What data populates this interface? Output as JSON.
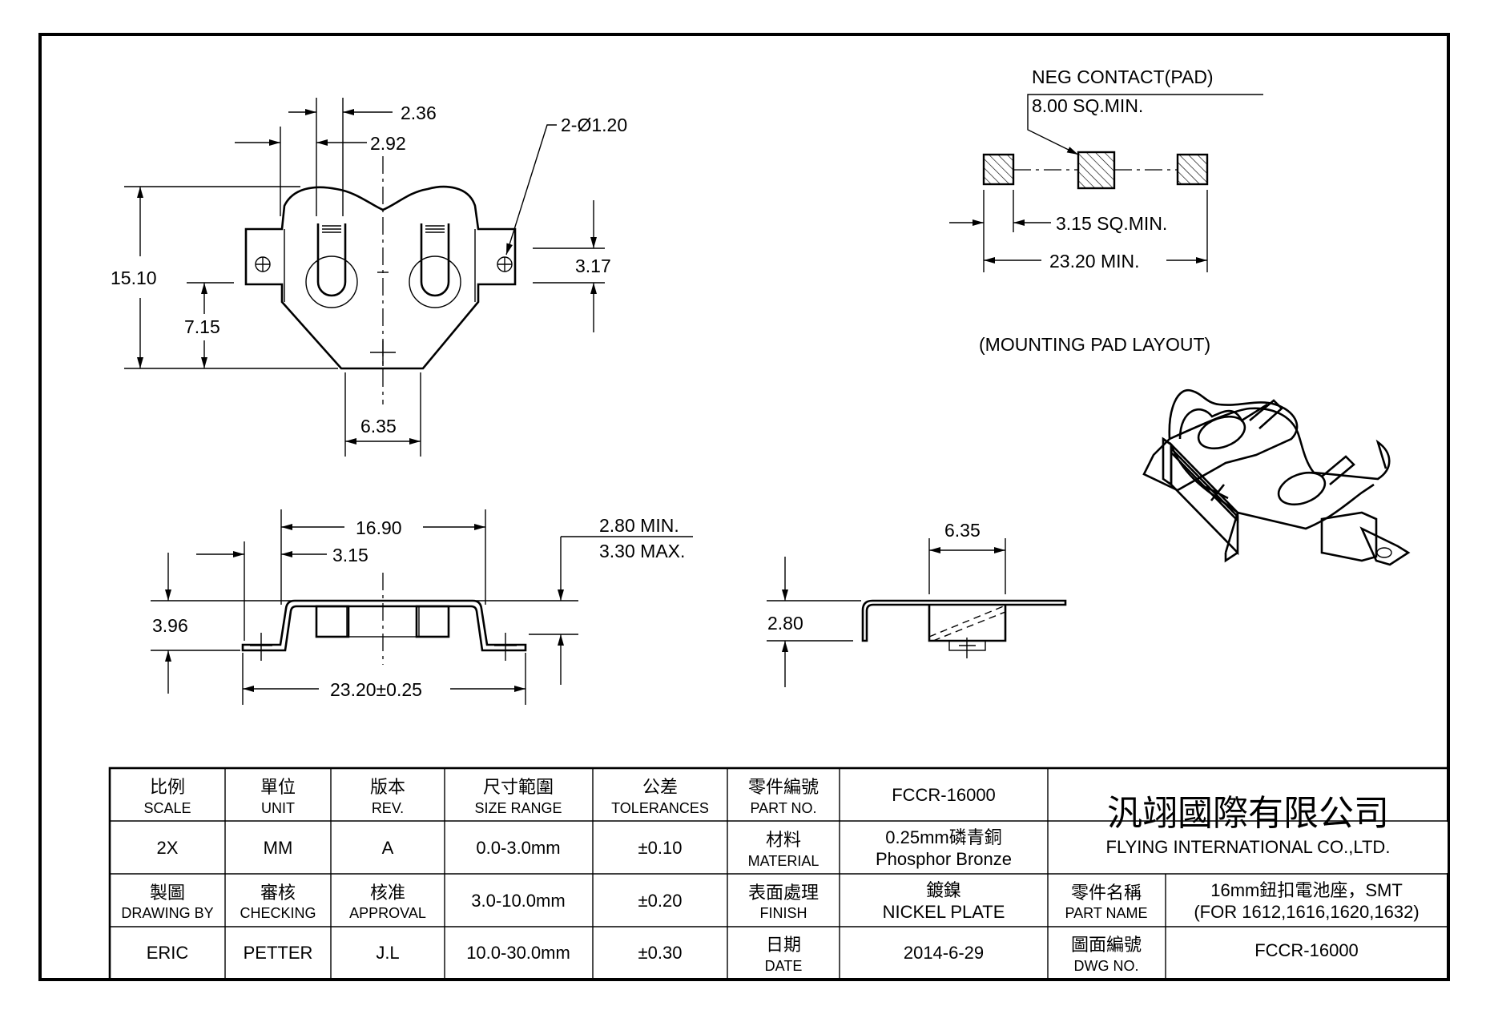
{
  "views": {
    "top": {
      "dim_2_36": "2.36",
      "dim_2_92": "2.92",
      "hole_callout": "2-Ø1.20",
      "dim_15_10": "15.10",
      "dim_7_15": "7.15",
      "dim_3_17": "3.17",
      "dim_6_35": "6.35"
    },
    "front": {
      "dim_16_90": "16.90",
      "dim_3_15": "3.15",
      "dim_3_96": "3.96",
      "dim_min": "2.80 MIN.",
      "dim_max": "3.30 MAX.",
      "dim_23_20": "23.20±0.25"
    },
    "side": {
      "dim_6_35": "6.35",
      "dim_2_80": "2.80"
    },
    "pad_layout": {
      "neg_contact": "NEG CONTACT(PAD)",
      "sq_min_8": "8.00 SQ.MIN.",
      "sq_min_3": "3.15 SQ.MIN.",
      "min_23": "23.20 MIN.",
      "caption": "(MOUNTING PAD LAYOUT)"
    }
  },
  "title_block": {
    "headers": [
      {
        "zh": "比例",
        "en": "SCALE"
      },
      {
        "zh": "單位",
        "en": "UNIT"
      },
      {
        "zh": "版本",
        "en": "REV."
      },
      {
        "zh": "尺寸範圍",
        "en": "SIZE RANGE"
      },
      {
        "zh": "公差",
        "en": "TOLERANCES"
      }
    ],
    "scale": "2X",
    "unit": "MM",
    "rev": "A",
    "ranges": [
      {
        "range": "0.0-3.0mm",
        "tol": "±0.10"
      },
      {
        "range": "3.0-10.0mm",
        "tol": "±0.20"
      },
      {
        "range": "10.0-30.0mm",
        "tol": "±0.30"
      }
    ],
    "roles": [
      {
        "zh": "製圖",
        "en": "DRAWING BY"
      },
      {
        "zh": "審核",
        "en": "CHECKING"
      },
      {
        "zh": "核准",
        "en": "APPROVAL"
      }
    ],
    "names": [
      "ERIC",
      "PETTER",
      "J.L"
    ],
    "part_no": {
      "zh": "零件編號",
      "en": "PART NO.",
      "value": "FCCR-16000"
    },
    "material": {
      "zh": "材料",
      "en": "MATERIAL",
      "value_zh": "0.25mm磷青銅",
      "value_en": "Phosphor Bronze"
    },
    "finish": {
      "zh": "表面處理",
      "en": "FINISH",
      "value_zh": "鍍鎳",
      "value_en": "NICKEL PLATE"
    },
    "date": {
      "zh": "日期",
      "en": "DATE",
      "value": "2014-6-29"
    },
    "company": {
      "zh": "汎翊國際有限公司",
      "en": "FLYING INTERNATIONAL CO.,LTD."
    },
    "part_name": {
      "zh": "零件名稱",
      "en": "PART NAME",
      "value_1": "16mm鈕扣電池座，SMT",
      "value_2": "(FOR 1612,1616,1620,1632)"
    },
    "dwg_no": {
      "zh": "圖面編號",
      "en": "DWG NO.",
      "value": "FCCR-16000"
    }
  }
}
